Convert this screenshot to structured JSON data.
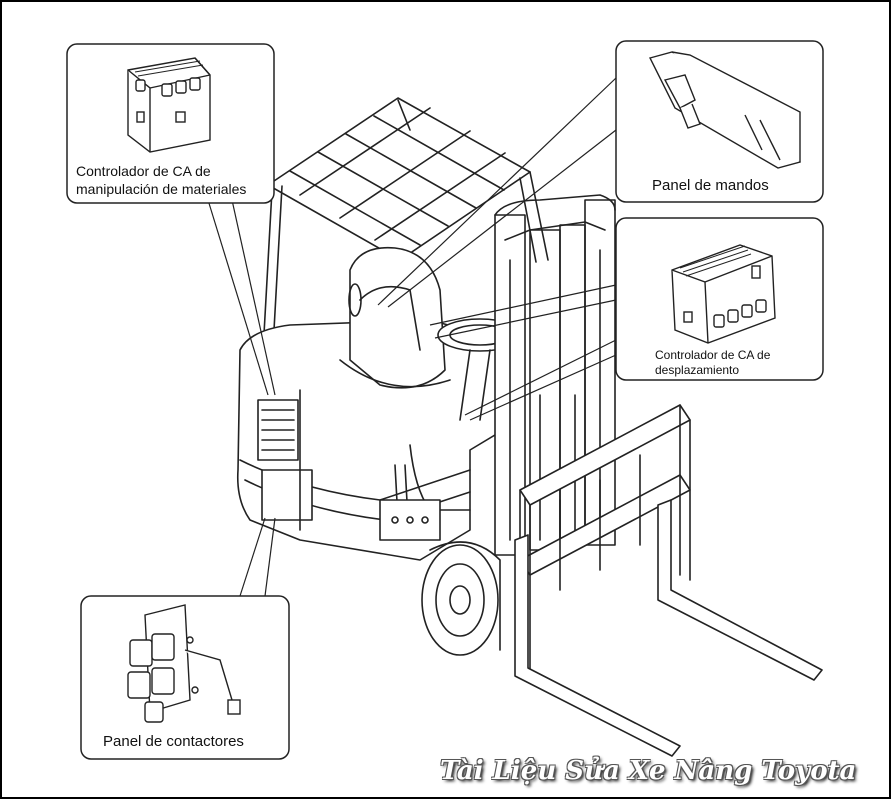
{
  "callouts": {
    "material_handling_controller": {
      "line1": "Controlador de CA de",
      "line2": "manipulación de materiales"
    },
    "control_panel": {
      "label": "Panel de mandos"
    },
    "travel_controller": {
      "line1": "Controlador de CA de",
      "line2": "desplazamiento"
    },
    "contactor_panel": {
      "label": "Panel de contactores"
    }
  },
  "watermark": "Tài Liệu Sửa Xe Nâng Toyota"
}
